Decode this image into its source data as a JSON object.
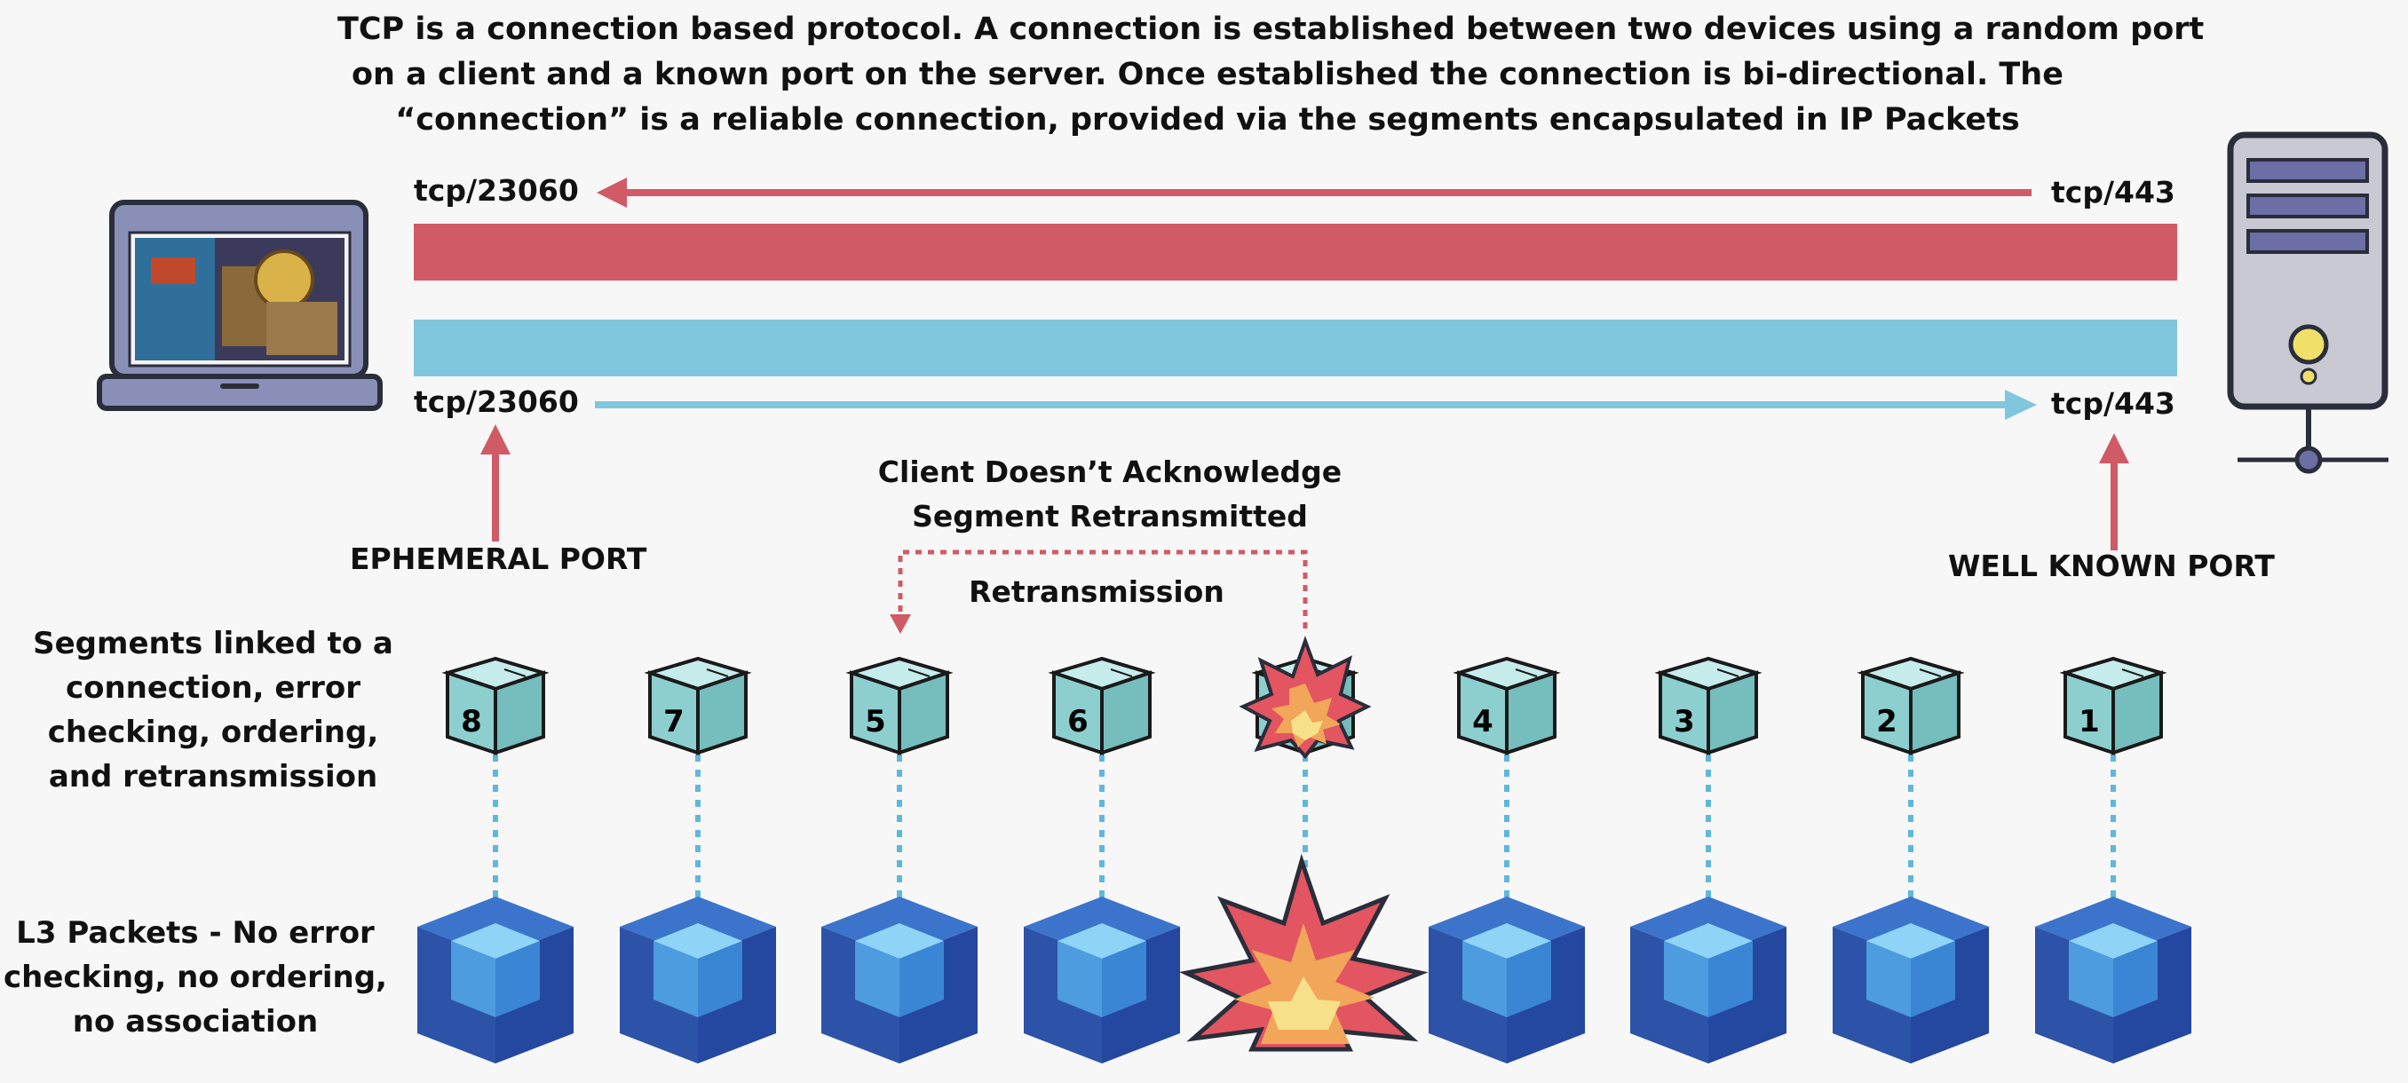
{
  "caption": {
    "lines": [
      "TCP is a connection based protocol. A connection is established between two devices using a random port",
      "on a client and a known port on the server. Once established the connection is bi-directional. The",
      "“connection” is a reliable connection, provided via the segments encapsulated in IP Packets"
    ]
  },
  "ports": {
    "client_top": "tcp/23060",
    "server_top": "tcp/443",
    "client_bottom": "tcp/23060",
    "server_bottom": "tcp/443"
  },
  "labels": {
    "ephemeral": "EPHEMERAL PORT",
    "well_known": "WELL KNOWN PORT",
    "ack_line1": "Client Doesn’t Acknowledge",
    "ack_line2": "Segment Retransmitted",
    "retransmission": "Retransmission"
  },
  "segments_label": [
    "Segments linked to a",
    "connection, error",
    "checking, ordering,",
    "and retransmission"
  ],
  "packets_label": [
    "L3 Packets - No error",
    "checking, no ordering,",
    "no association"
  ],
  "segment_numbers": [
    "8",
    "7",
    "5",
    "6",
    "",
    "4",
    "3",
    "2",
    "1"
  ],
  "colors": {
    "red": "#d05a66",
    "blue": "#80c6dc",
    "cube_face": "#8dcfcf",
    "packet_dark": "#2d53a8",
    "packet_light": "#4d9ce0"
  }
}
